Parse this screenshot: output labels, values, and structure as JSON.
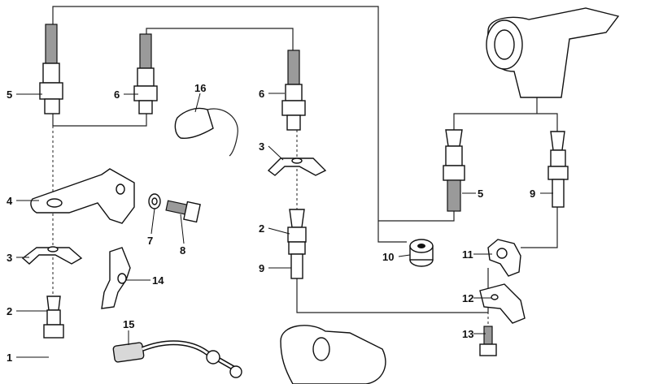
{
  "diagram": {
    "callouts": [
      {
        "id": "c5a",
        "label": "5"
      },
      {
        "id": "c6a",
        "label": "6"
      },
      {
        "id": "c16",
        "label": "16"
      },
      {
        "id": "c6b",
        "label": "6"
      },
      {
        "id": "c3a",
        "label": "3"
      },
      {
        "id": "c4",
        "label": "4"
      },
      {
        "id": "c7",
        "label": "7"
      },
      {
        "id": "c8",
        "label": "8"
      },
      {
        "id": "c3b",
        "label": "3"
      },
      {
        "id": "c14",
        "label": "14"
      },
      {
        "id": "c2a",
        "label": "2"
      },
      {
        "id": "c2b",
        "label": "2"
      },
      {
        "id": "c9a",
        "label": "9"
      },
      {
        "id": "c1",
        "label": "1"
      },
      {
        "id": "c15",
        "label": "15"
      },
      {
        "id": "c5b",
        "label": "5"
      },
      {
        "id": "c9b",
        "label": "9"
      },
      {
        "id": "c10",
        "label": "10"
      },
      {
        "id": "c11",
        "label": "11"
      },
      {
        "id": "c12",
        "label": "12"
      },
      {
        "id": "c13",
        "label": "13"
      }
    ]
  }
}
